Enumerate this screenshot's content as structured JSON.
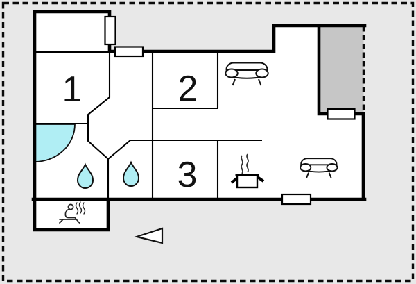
{
  "plan": {
    "rooms": {
      "room1": {
        "label": "1"
      },
      "room2": {
        "label": "2"
      },
      "room3": {
        "label": "3"
      }
    },
    "colors": {
      "outside": "#e8e8e8",
      "floor": "#ffffff",
      "terrace": "#c6c6c6",
      "water": "#b0eef4",
      "wall": "#000000"
    },
    "icons": {
      "sofa_top": "sofa-icon",
      "sofa_bottom": "sofa-icon",
      "stove": "cooking-pot-icon",
      "shower": "shower-icon",
      "drop_left": "water-drop-icon",
      "drop_right": "water-drop-icon",
      "sauna": "sauna-icon",
      "direction_arrow": "arrow-icon"
    }
  }
}
